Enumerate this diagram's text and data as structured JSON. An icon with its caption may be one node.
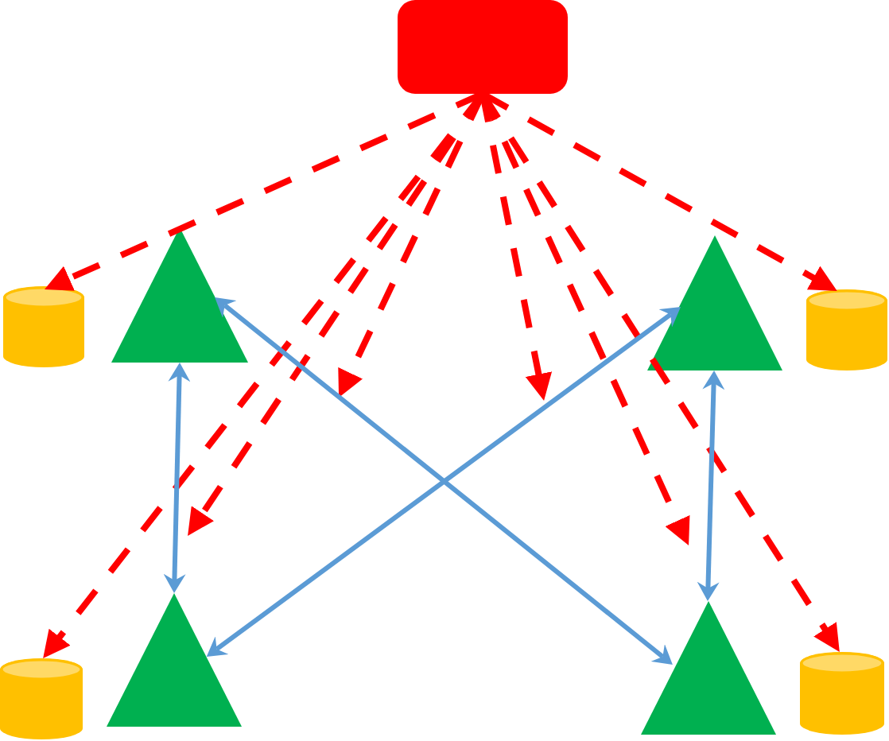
{
  "diagram": {
    "nodes": [
      {
        "text": [],
        "shape": "box"
      },
      {
        "text": [],
        "shape": "cylinder"
      },
      {
        "text": [],
        "shape": "triangle"
      },
      {
        "text": [],
        "shape": "triangle"
      },
      {
        "text": [],
        "shape": "cylinder"
      },
      {
        "text": [],
        "shape": "cylinder"
      },
      {
        "text": [],
        "shape": "triangle"
      },
      {
        "text": [],
        "shape": "triangle"
      },
      {
        "text": [],
        "shape": "cylinder"
      }
    ],
    "edges": [
      {
        "from": 0,
        "to": 1,
        "arrow": "to",
        "style": "dashed"
      },
      {
        "from": 0,
        "to": null,
        "arrow": "to",
        "style": "dashed"
      },
      {
        "from": 0,
        "to": null,
        "arrow": "to",
        "style": "dashed"
      },
      {
        "from": 0,
        "to": 5,
        "arrow": "to",
        "style": "dashed"
      },
      {
        "from": 0,
        "to": null,
        "arrow": "to",
        "style": "dashed"
      },
      {
        "from": 0,
        "to": null,
        "arrow": "to",
        "style": "dashed"
      },
      {
        "from": 0,
        "to": 8,
        "arrow": "to",
        "style": "dashed"
      },
      {
        "from": 0,
        "to": 4,
        "arrow": "to",
        "style": "dashed"
      },
      {
        "from": 2,
        "to": 6,
        "arrow": "both",
        "color": "#5b9bd5"
      },
      {
        "from": 3,
        "to": 7,
        "arrow": "both",
        "color": "#5b9bd5"
      },
      {
        "from": 2,
        "to": 7,
        "arrow": "both",
        "color": "#5b9bd5"
      },
      {
        "from": 3,
        "to": 6,
        "arrow": "both",
        "color": "#5b9bd5"
      }
    ]
  }
}
